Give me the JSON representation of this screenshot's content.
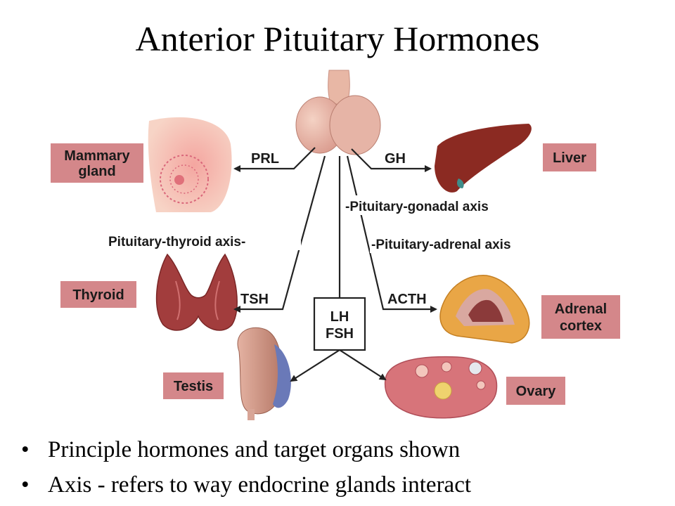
{
  "title": "Anterior Pituitary Hormones",
  "hormones": {
    "prl": "PRL",
    "gh": "GH",
    "tsh": "TSH",
    "acth": "ACTH",
    "lh": "LH",
    "fsh": "FSH"
  },
  "axes": {
    "thyroid": "Pituitary-thyroid axis-",
    "gonadal": "-Pituitary-gonadal axis",
    "adrenal": "-Pituitary-adrenal axis"
  },
  "organs": {
    "mammary_line1": "Mammary",
    "mammary_line2": "gland",
    "liver": "Liver",
    "thyroid": "Thyroid",
    "adrenal_line1": "Adrenal",
    "adrenal_line2": "cortex",
    "testis": "Testis",
    "ovary": "Ovary"
  },
  "bullets": [
    "Principle hormones and target organs shown",
    "Axis - refers to way endocrine glands interact"
  ],
  "colors": {
    "label_box": "#d4878a",
    "arrow": "#222222",
    "liver": "#8b2a22",
    "gland": "#e8b7a5"
  }
}
